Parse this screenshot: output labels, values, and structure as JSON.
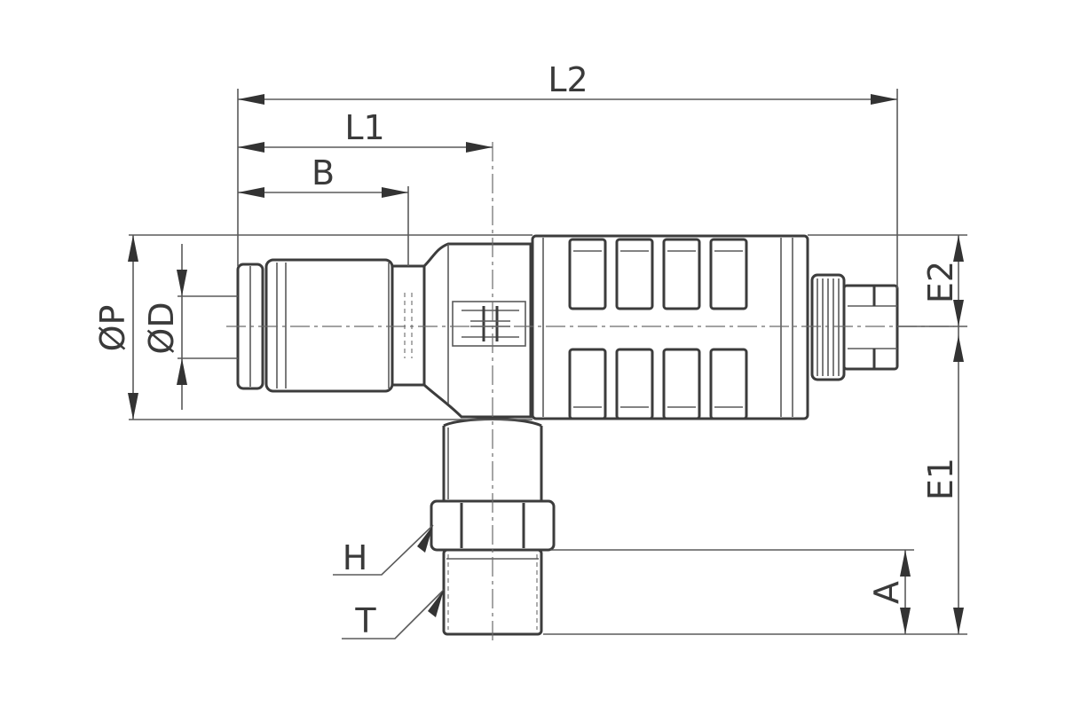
{
  "drawing": {
    "dimensions": {
      "L2": "L2",
      "L1": "L1",
      "B": "B",
      "P": "ØP",
      "D": "ØD",
      "E2": "E2",
      "E1": "E1",
      "A": "A",
      "H": "H",
      "T": "T"
    },
    "colors": {
      "line": "#3c3c3c",
      "background": "#ffffff"
    }
  }
}
